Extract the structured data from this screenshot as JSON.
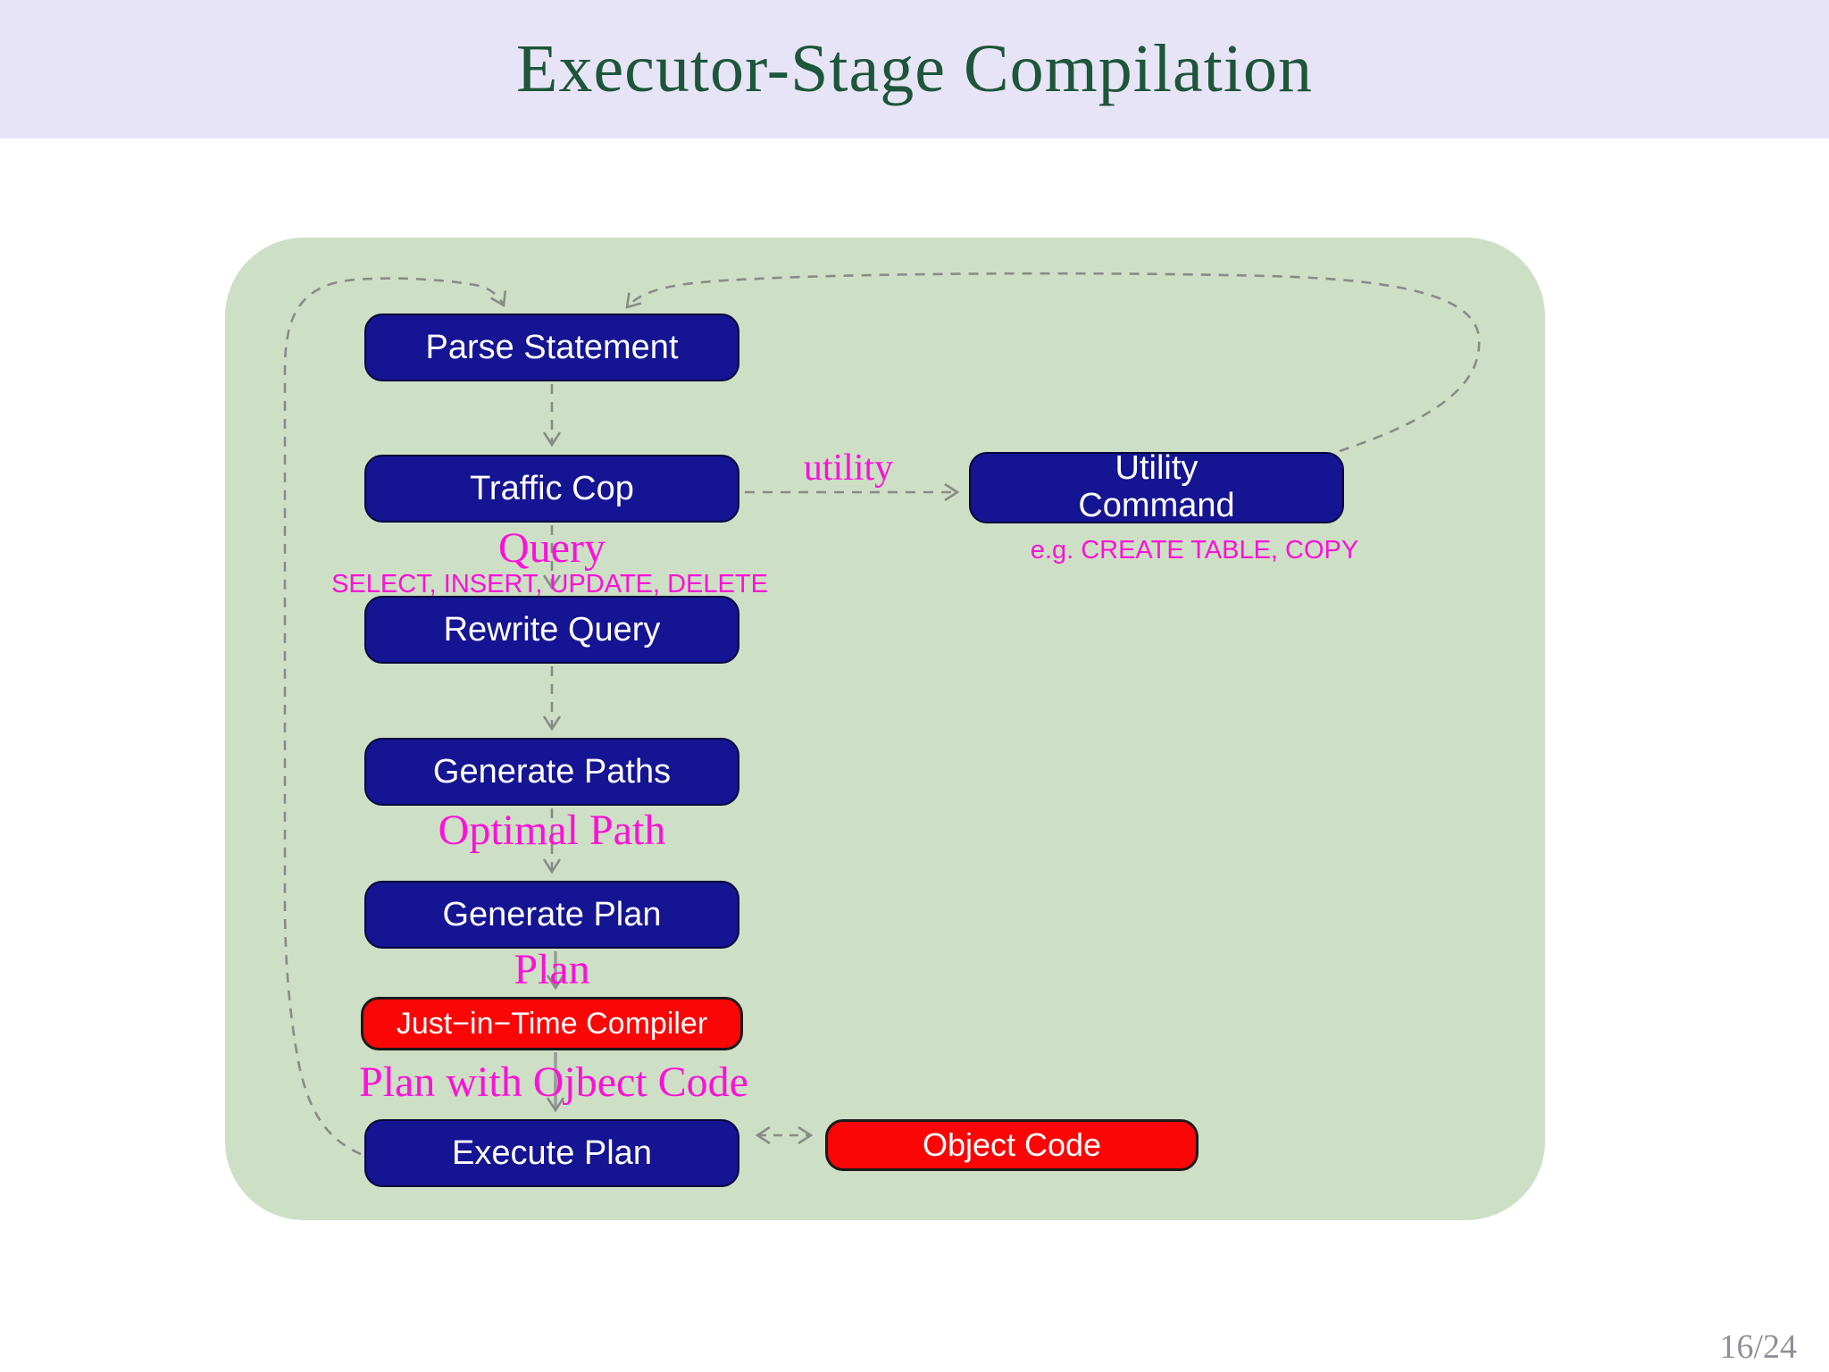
{
  "title": "Executor-Stage Compilation",
  "page_indicator": "16/24",
  "diagram": {
    "nodes": {
      "parse": "Parse Statement",
      "traffic_cop": "Traffic Cop",
      "utility_command": "Utility Command",
      "rewrite": "Rewrite Query",
      "generate_paths": "Generate Paths",
      "generate_plan": "Generate Plan",
      "jit": "Just−in−Time Compiler",
      "execute": "Execute Plan",
      "object_code": "Object Code"
    },
    "labels": {
      "utility": "utility",
      "query": "Query",
      "query_detail": "SELECT, INSERT, UPDATE, DELETE",
      "utility_example": "e.g. CREATE TABLE, COPY",
      "optimal_path": "Optimal Path",
      "plan": "Plan",
      "plan_object": "Plan with Ojbect Code"
    },
    "colors": {
      "title_band": "#e8e4f7",
      "title_text": "#1d5639",
      "panel_green": "#cde0c5",
      "node_navy": "#151492",
      "node_red": "#fb0606",
      "node_text": "#ffffff",
      "annotation_magenta": "#ff10d8",
      "arrow_gray": "#8a8a8a",
      "page_number_gray": "#8f8f99"
    }
  }
}
